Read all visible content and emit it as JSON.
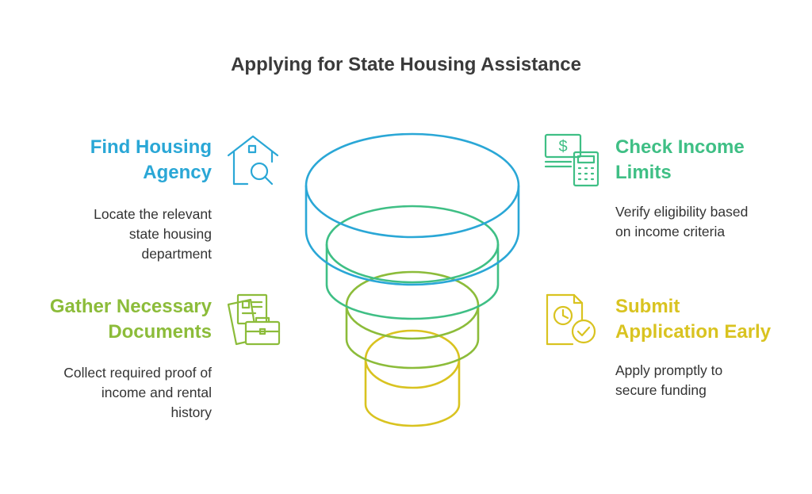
{
  "title": "Applying for State Housing Assistance",
  "colors": {
    "blue": "#2aa7d6",
    "green": "#3fbf85",
    "olive": "#8cbc3a",
    "yellow": "#d9c320",
    "title": "#3a3a3a",
    "text": "#333333"
  },
  "steps": [
    {
      "heading_line1": "Find Housing",
      "heading_line2": "Agency",
      "desc_line1": "Locate the relevant",
      "desc_line2": "state housing",
      "desc_line3": "department",
      "icon": "house-search-icon"
    },
    {
      "heading_line1": "Check Income",
      "heading_line2": "Limits",
      "desc_line1": "Verify eligibility based",
      "desc_line2": "on income criteria",
      "icon": "money-calculator-icon"
    },
    {
      "heading_line1": "Gather Necessary",
      "heading_line2": "Documents",
      "desc_line1": "Collect required proof of",
      "desc_line2": "income and rental",
      "desc_line3": "history",
      "icon": "documents-briefcase-icon"
    },
    {
      "heading_line1": "Submit",
      "heading_line2": "Application Early",
      "desc_line1": "Apply promptly to",
      "desc_line2": "secure funding",
      "icon": "clock-document-check-icon"
    }
  ]
}
